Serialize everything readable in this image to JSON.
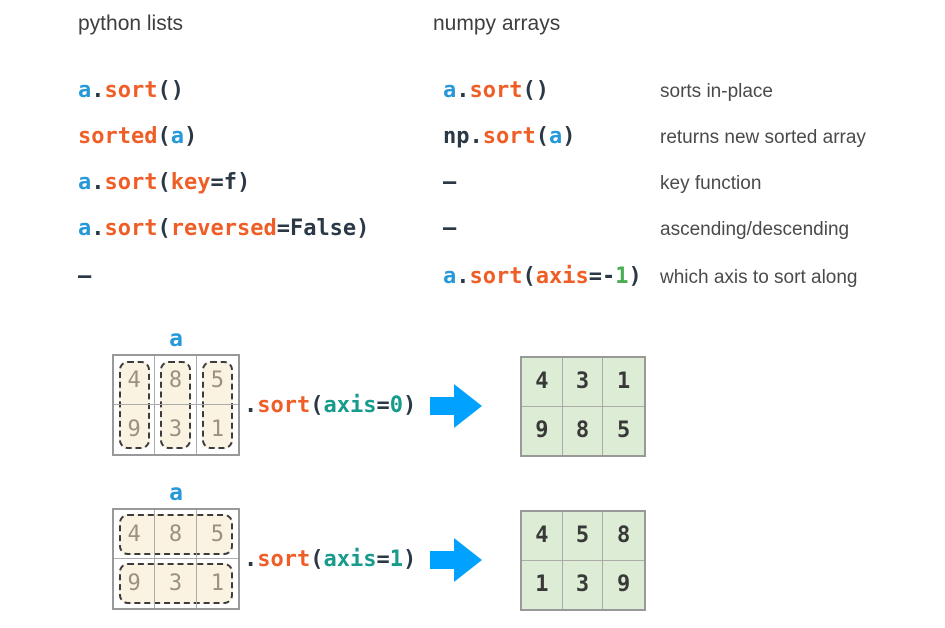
{
  "colors": {
    "dark": "#2b3947",
    "blue": "#2798d8",
    "orange": "#ef5e27",
    "green": "#4aad52",
    "teal": "#169b8c",
    "heading_text": "#3e3e3e",
    "note_text": "#4a4a4a",
    "grid_border": "#999999",
    "grid_inner_border": "#ababab",
    "source_number": "#9a9183",
    "highlight_fill": "#fbf3e1",
    "highlight_border": "#3b3b3b",
    "result_fill": "#ddecd5",
    "result_number": "#383838",
    "arrow": "#00a1ff",
    "array_label": "#2798d8"
  },
  "comparison": {
    "python_header": "python lists",
    "numpy_header": "numpy arrays",
    "rows": [
      {
        "python": [
          {
            "t": "a",
            "c": "blue"
          },
          {
            "t": ".",
            "c": "dark"
          },
          {
            "t": "sort",
            "c": "orange"
          },
          {
            "t": "()",
            "c": "dark"
          }
        ],
        "numpy": [
          {
            "t": "a",
            "c": "blue"
          },
          {
            "t": ".",
            "c": "dark"
          },
          {
            "t": "sort",
            "c": "orange"
          },
          {
            "t": "()",
            "c": "dark"
          }
        ],
        "note": "sorts in-place"
      },
      {
        "python": [
          {
            "t": "sorted",
            "c": "orange"
          },
          {
            "t": "(",
            "c": "dark"
          },
          {
            "t": "a",
            "c": "blue"
          },
          {
            "t": ")",
            "c": "dark"
          }
        ],
        "numpy": [
          {
            "t": "np",
            "c": "dark"
          },
          {
            "t": ".",
            "c": "dark"
          },
          {
            "t": "sort",
            "c": "orange"
          },
          {
            "t": "(",
            "c": "dark"
          },
          {
            "t": "a",
            "c": "blue"
          },
          {
            "t": ")",
            "c": "dark"
          }
        ],
        "note": "returns new sorted array"
      },
      {
        "python": [
          {
            "t": "a",
            "c": "blue"
          },
          {
            "t": ".",
            "c": "dark"
          },
          {
            "t": "sort",
            "c": "orange"
          },
          {
            "t": "(",
            "c": "dark"
          },
          {
            "t": "key",
            "c": "orange"
          },
          {
            "t": "=f)",
            "c": "dark"
          }
        ],
        "numpy": [
          {
            "t": "–",
            "c": "dark"
          }
        ],
        "note": "key function"
      },
      {
        "python": [
          {
            "t": "a",
            "c": "blue"
          },
          {
            "t": ".",
            "c": "dark"
          },
          {
            "t": "sort",
            "c": "orange"
          },
          {
            "t": "(",
            "c": "dark"
          },
          {
            "t": "reversed",
            "c": "orange"
          },
          {
            "t": "=False)",
            "c": "dark"
          }
        ],
        "numpy": [
          {
            "t": "–",
            "c": "dark"
          }
        ],
        "note": "ascending/descending"
      },
      {
        "python": [
          {
            "t": "–",
            "c": "dark"
          }
        ],
        "numpy": [
          {
            "t": "a",
            "c": "blue"
          },
          {
            "t": ".",
            "c": "dark"
          },
          {
            "t": "sort",
            "c": "orange"
          },
          {
            "t": "(",
            "c": "dark"
          },
          {
            "t": "axis",
            "c": "orange"
          },
          {
            "t": "=-",
            "c": "dark"
          },
          {
            "t": "1",
            "c": "green"
          },
          {
            "t": ")",
            "c": "dark"
          }
        ],
        "note": "which axis to sort along"
      }
    ]
  },
  "diagrams": [
    {
      "array_label": "a",
      "source_matrix": {
        "values": [
          [
            4,
            8,
            5
          ],
          [
            9,
            3,
            1
          ]
        ],
        "highlight": "columns"
      },
      "code_tokens": [
        {
          "t": ".",
          "c": "dark"
        },
        {
          "t": "sort",
          "c": "orange"
        },
        {
          "t": "(",
          "c": "dark"
        },
        {
          "t": "axis",
          "c": "teal"
        },
        {
          "t": "=",
          "c": "dark"
        },
        {
          "t": "0",
          "c": "teal"
        },
        {
          "t": ")",
          "c": "dark"
        }
      ],
      "arrow_icon": "right-arrow",
      "result_matrix": {
        "values": [
          [
            4,
            3,
            1
          ],
          [
            9,
            8,
            5
          ]
        ]
      }
    },
    {
      "array_label": "a",
      "source_matrix": {
        "values": [
          [
            4,
            8,
            5
          ],
          [
            9,
            3,
            1
          ]
        ],
        "highlight": "rows"
      },
      "code_tokens": [
        {
          "t": ".",
          "c": "dark"
        },
        {
          "t": "sort",
          "c": "orange"
        },
        {
          "t": "(",
          "c": "dark"
        },
        {
          "t": "axis",
          "c": "teal"
        },
        {
          "t": "=",
          "c": "dark"
        },
        {
          "t": "1",
          "c": "teal"
        },
        {
          "t": ")",
          "c": "dark"
        }
      ],
      "arrow_icon": "right-arrow",
      "result_matrix": {
        "values": [
          [
            4,
            5,
            8
          ],
          [
            1,
            3,
            9
          ]
        ]
      }
    }
  ]
}
